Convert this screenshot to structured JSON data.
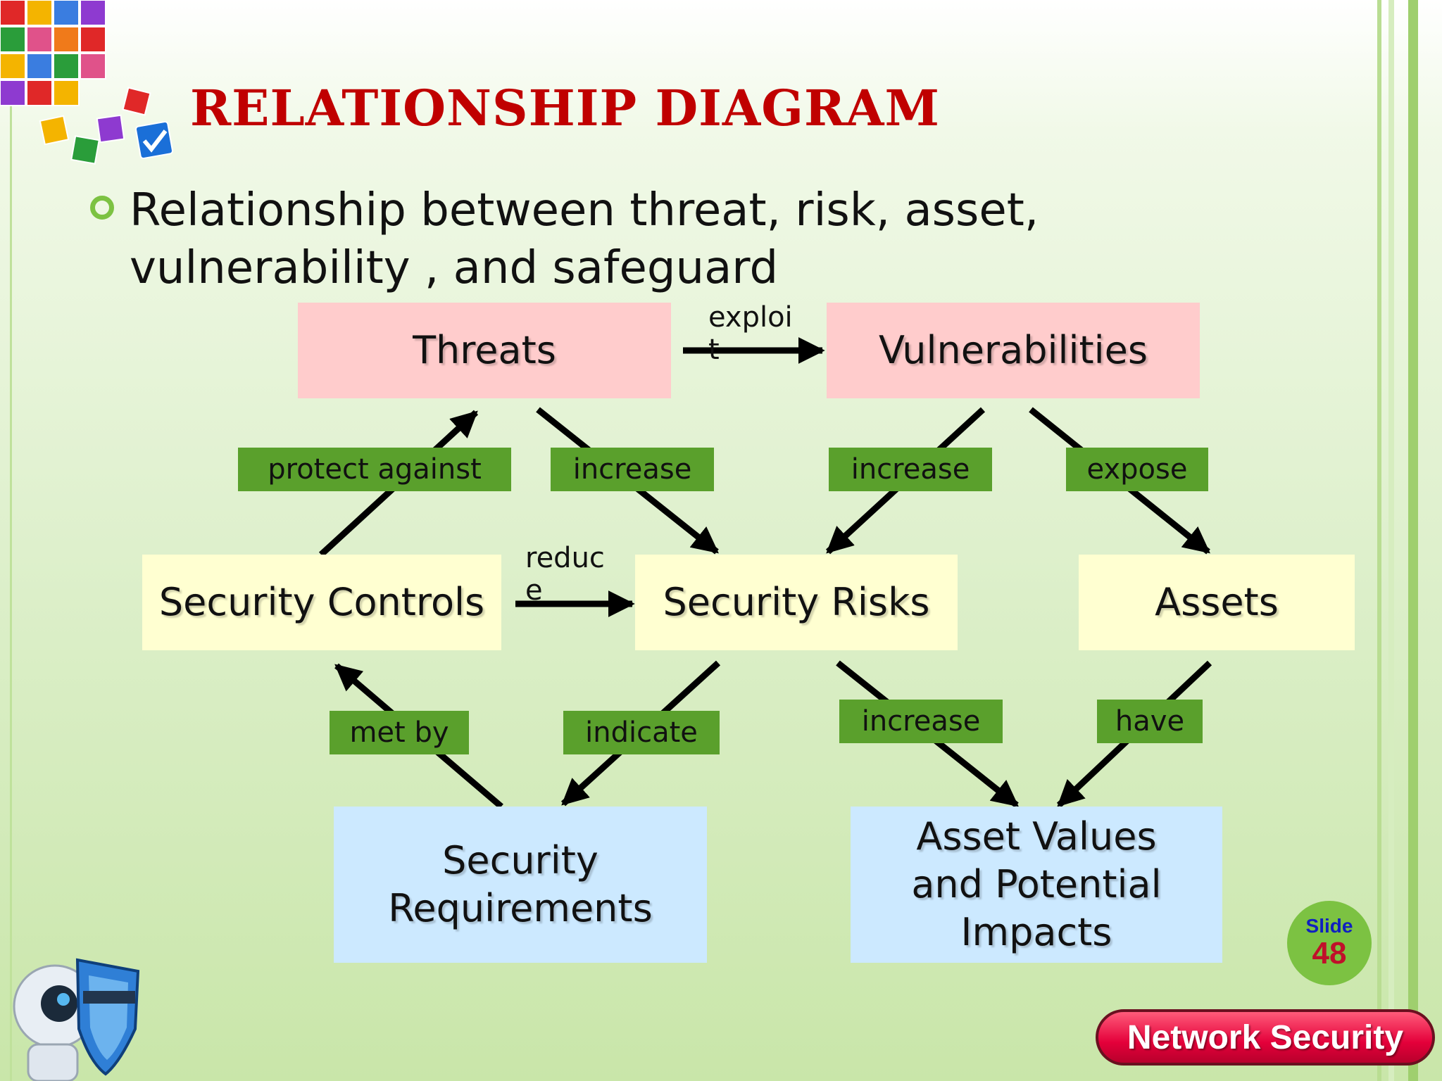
{
  "slide": {
    "title": "RELATIONSHIP DIAGRAM",
    "bullet": "Relationship between threat, risk, asset, vulnerability , and safeguard",
    "slide_label": "Slide",
    "slide_number": "48",
    "footer": "Network Security"
  },
  "diagram": {
    "nodes": {
      "threats": "Threats",
      "vulnerabilities": "Vulnerabilities",
      "security_controls": "Security Controls",
      "security_risks": "Security Risks",
      "assets": "Assets",
      "security_requirements": "Security Requirements",
      "asset_values": "Asset Values and Potential Impacts"
    },
    "edge_labels": {
      "exploit": "exploit",
      "reduce": "reduce",
      "protect_against": "protect against",
      "increase_threats_risks": "increase",
      "increase_vulnerabilities_risks": "increase",
      "expose": "expose",
      "met_by": "met by",
      "indicate": "indicate",
      "increase_risks_values": "increase",
      "have": "have"
    }
  },
  "colors": {
    "title": "#c00000",
    "threat_box": "#ffcccc",
    "risk_box": "#ffffd1",
    "requirement_box": "#cce9ff",
    "label_tag": "#5aa02c",
    "accent_green": "#7cc242"
  }
}
